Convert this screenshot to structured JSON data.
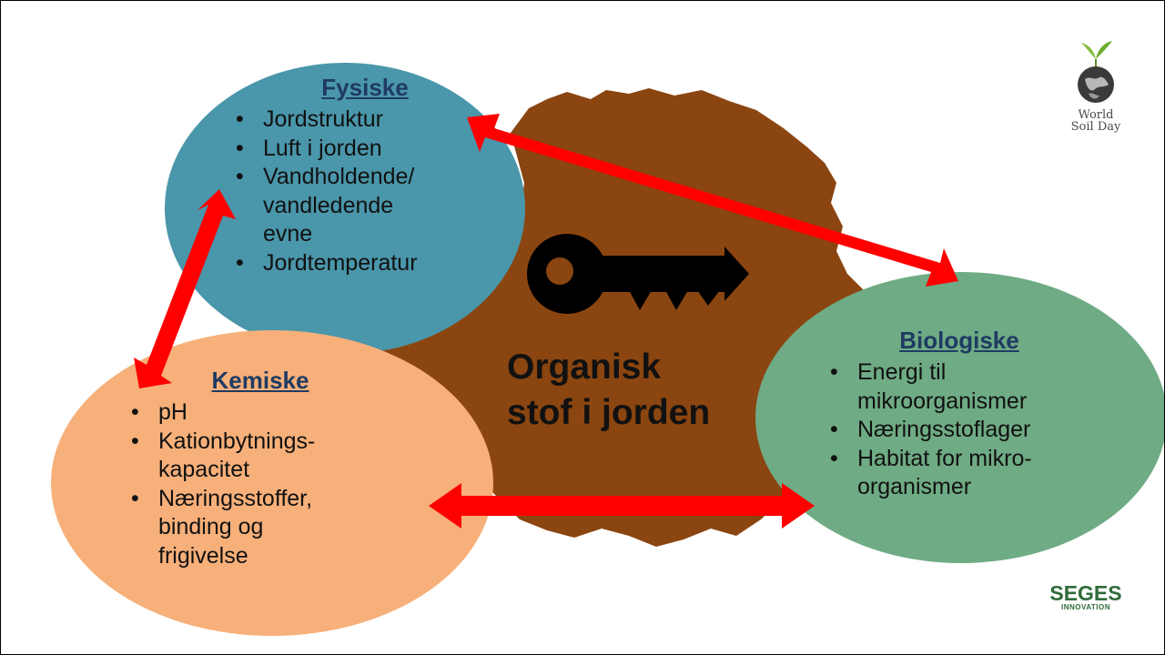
{
  "center": {
    "line1": "Organisk",
    "line2": "stof i jorden"
  },
  "fysiske": {
    "heading": "Fysiske",
    "items": [
      "Jordstruktur",
      "Luft i jorden",
      "Vandholdende/",
      "vandledende",
      "evne",
      "Jordtemperatur"
    ]
  },
  "kemiske": {
    "heading": "Kemiske",
    "items": [
      "pH",
      "Kationbytnings-",
      "kapacitet",
      "Næringsstoffer,",
      "binding og",
      "frigivelse"
    ]
  },
  "biologiske": {
    "heading": "Biologiske",
    "items": [
      "Energi til",
      "mikroorganismer",
      "Næringsstoflager",
      "Habitat for mikro-",
      "organismer"
    ]
  },
  "logos": {
    "world_soil_day_line1": "World",
    "world_soil_day_line2": "Soil Day",
    "seges_main": "SEGES",
    "seges_sub": "INNOVATION"
  },
  "colors": {
    "soil": "#8b4510",
    "fysiske": "#4a96aa",
    "kemiske": "#f7b07a",
    "biologiske": "#6fab84",
    "arrow": "#ff0000",
    "heading": "#1f3b63"
  }
}
